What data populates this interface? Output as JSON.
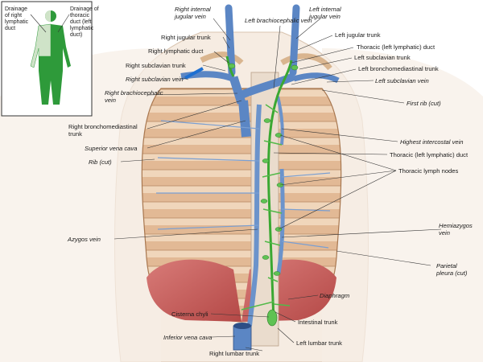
{
  "colors": {
    "vein_blue": "#5b86c4",
    "lymph_green": "#3aa832",
    "rib_tan": "#e8c7a4",
    "muscle_red": "#c85a58",
    "skin": "#f6ece2",
    "thoracic_duct_region": "#2e9a3a",
    "right_duct_region": "#cfe3c8"
  },
  "inset": {
    "right_region_label": "Drainage of right lymphatic duct",
    "left_region_label": "Drainage of thoracic duct (left lymphatic duct)"
  },
  "labels": {
    "left_brachiocephalic_vein": "Left brachiocephalic vein",
    "right_internal_jugular_vein": "Right internal jugular vein",
    "left_internal_jugular_vein": "Left internal jugular vein",
    "right_jugular_trunk": "Right jugular trunk",
    "left_jugular_trunk": "Left jugular trunk",
    "right_lymphatic_duct": "Right lymphatic duct",
    "thoracic_left_lymphatic_duct_top": "Thoracic (left lymphatic) duct",
    "left_subclavian_trunk": "Left subclavian trunk",
    "right_subclavian_trunk": "Right subclavian trunk",
    "left_bronchomediastinal_trunk": "Left bronchomediastinal trunk",
    "right_subclavian_vein": "Right subclavian vein",
    "left_subclavian_vein": "Left subclavian vein",
    "right_brachiocephalic_vein": "Right brachiocephalic vein",
    "first_rib": "First rib (cut)",
    "right_bronchomediastinal_trunk": "Right bronchomediastinal trunk",
    "highest_intercostal_vein": "Highest intercostal vein",
    "superior_vena_cava": "Superior vena cava",
    "thoracic_left_lymphatic_duct": "Thoracic (left lymphatic) duct",
    "rib_cut": "Rib (cut)",
    "thoracic_lymph_nodes": "Thoracic lymph nodes",
    "azygos_vein": "Azygos vein",
    "hemiazygos_vein": "Hemiazygos vein",
    "parietal_pleura": "Parietal pleura (cut)",
    "diaphragm": "Diaphragm",
    "cisterna_chyli": "Cisterna chyli",
    "intestinal_trunk": "Intestinal trunk",
    "inferior_vena_cava": "Inferior vena cava",
    "left_lumbar_trunk": "Left lumbar trunk",
    "right_lumbar_trunk": "Right lumbar trunk"
  }
}
